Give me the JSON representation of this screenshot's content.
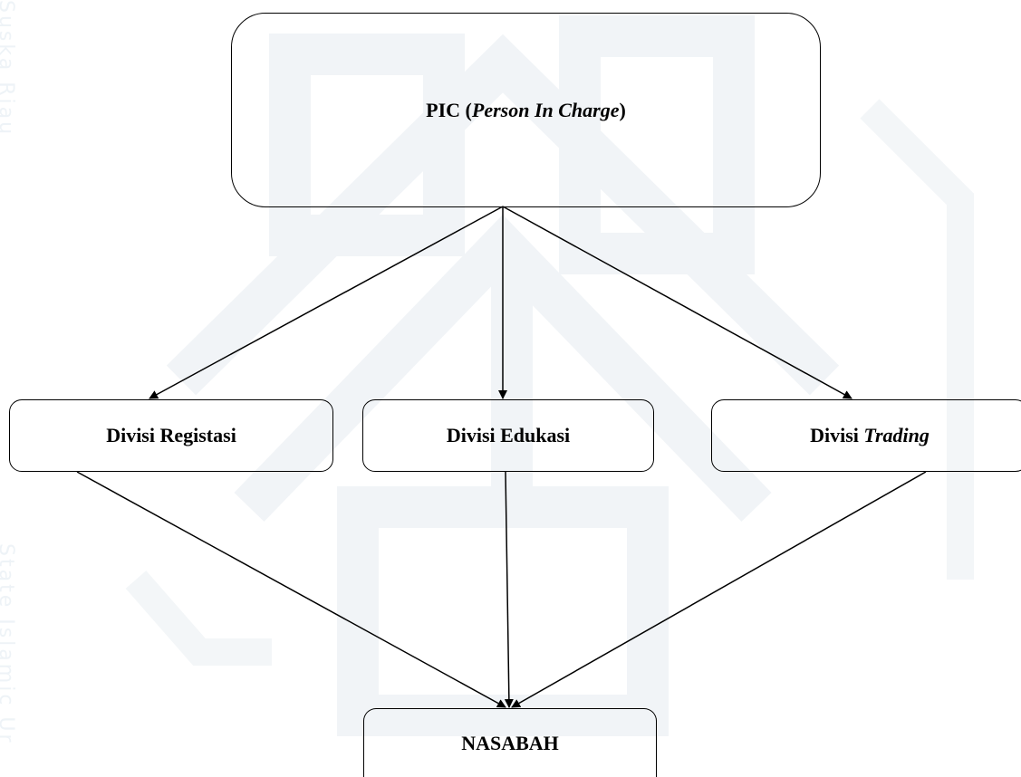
{
  "watermark": {
    "top_text": "Suska Riau",
    "bottom_text": "State Islamic Ur",
    "color": "#eef3f7"
  },
  "nodes": {
    "pic": {
      "label_main": "PIC (",
      "label_italic": "Person In Charge",
      "label_end": ")"
    },
    "registrasi": {
      "label": "Divisi Registasi"
    },
    "edukasi": {
      "label": "Divisi Edukasi"
    },
    "trading": {
      "label_main": "Divisi ",
      "label_italic": "Trading"
    },
    "nasabah": {
      "label": "NASABAH"
    }
  },
  "edges": [
    {
      "from": "pic",
      "to": "registrasi",
      "arrow": true
    },
    {
      "from": "pic",
      "to": "edukasi",
      "arrow": true
    },
    {
      "from": "pic",
      "to": "trading",
      "arrow": true
    },
    {
      "from": "registrasi",
      "to": "nasabah",
      "arrow": true
    },
    {
      "from": "edukasi",
      "to": "nasabah",
      "arrow": true
    },
    {
      "from": "trading",
      "to": "nasabah",
      "arrow": true
    }
  ],
  "colors": {
    "stroke": "#000000",
    "background": "#ffffff"
  }
}
